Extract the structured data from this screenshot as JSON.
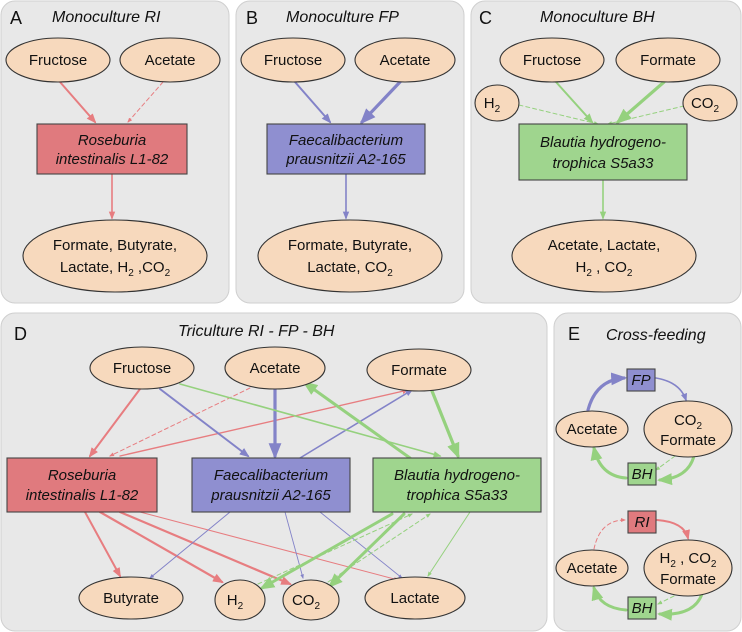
{
  "colors": {
    "RI": "#e77d80",
    "FP": "#8383c8",
    "BH": "#95d17e",
    "node": "#f7d9bd",
    "panel": "#e8e8e8"
  },
  "panels": {
    "A": {
      "label": "A",
      "title": "Monoculture RI"
    },
    "B": {
      "label": "B",
      "title": "Monoculture FP"
    },
    "C": {
      "label": "C",
      "title": "Monoculture BH"
    },
    "D": {
      "label": "D",
      "title": "Triculture RI - FP - BH"
    },
    "E": {
      "label": "E",
      "title": "Cross-feeding"
    }
  },
  "nodes": {
    "fructose": "Fructose",
    "acetate": "Acetate",
    "formate": "Formate",
    "butyrate": "Butyrate",
    "lactate": "Lactate",
    "h2": "H",
    "co2": "CO",
    "sub2": "2"
  },
  "products": {
    "A": {
      "line1": "Formate, Butyrate,",
      "line2a": "Lactate, H",
      "line2b": " ,CO"
    },
    "B": {
      "line1": "Formate, Butyrate,",
      "line2a": "Lactate, CO"
    },
    "C": {
      "line1": "Acetate, Lactate,",
      "line2a": "H",
      "line2b": " , CO"
    }
  },
  "bacteria": {
    "RI": {
      "line1": "Roseburia",
      "line2": "intestinalis L1-82",
      "abbr": "RI"
    },
    "FP": {
      "line1": "Faecalibacterium",
      "line2": "prausnitzii A2-165",
      "abbr": "FP"
    },
    "BH": {
      "line1": "Blautia hydrogeno-",
      "line2": "trophica S5a33",
      "abbr": "BH"
    }
  },
  "crossfeeding": {
    "co2_formate_top": "CO",
    "formate": "Formate",
    "h2co2_a": "H",
    "h2co2_b": " , CO"
  }
}
